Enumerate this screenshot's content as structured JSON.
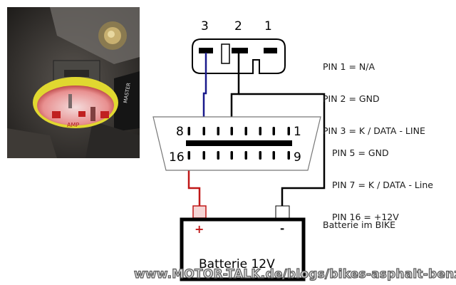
{
  "photo": {
    "description": "connector-photo",
    "marking": "AMP",
    "side_text": "MASTER"
  },
  "top_connector": {
    "pin_numbers": [
      "3",
      "2",
      "1"
    ],
    "legend": [
      "PIN 1 = N/A",
      "PIN 2 = GND",
      "PIN 3 = K / DATA - LINE"
    ]
  },
  "obd_connector": {
    "corner_labels": {
      "top_left": "8",
      "top_right": "1",
      "bottom_left": "16",
      "bottom_right": "9"
    },
    "legend": [
      "PIN 5 = GND",
      "PIN 7 = K / DATA - Line",
      "PIN 16 = +12V"
    ]
  },
  "battery": {
    "label": "Batterie 12V",
    "plus": "+",
    "minus": "-",
    "caption": "Batterie im BIKE"
  },
  "wires": {
    "data_line_color": "#1a1a8c",
    "ground_color": "#000000",
    "plus12v_color": "#c01818"
  },
  "watermark": "www.MOTOR-TALK.de/blogs/bikes-asphalt-benzin"
}
